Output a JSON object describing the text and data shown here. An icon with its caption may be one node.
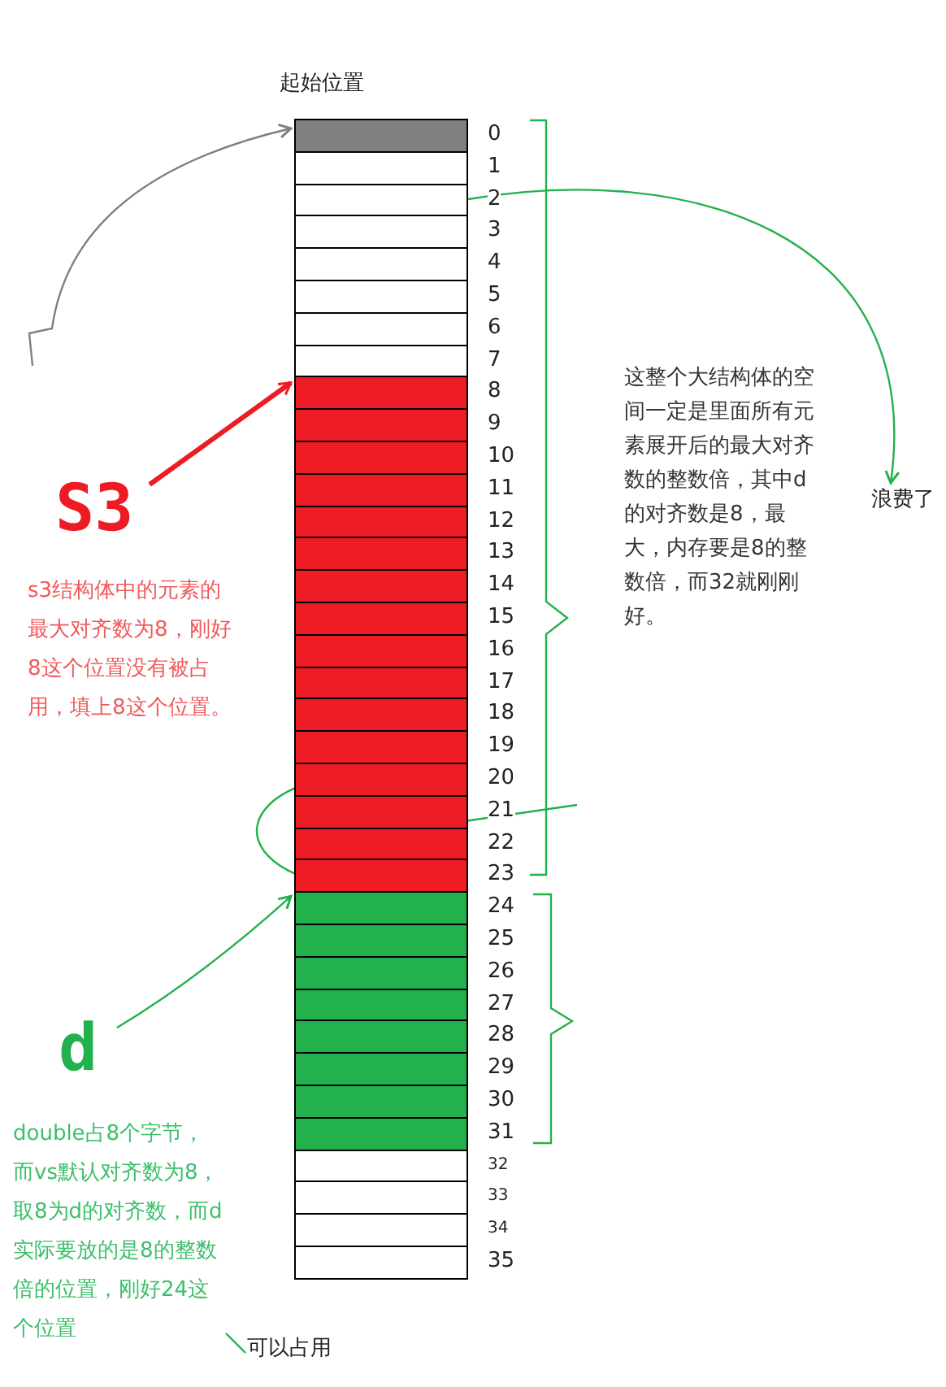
{
  "diagram": {
    "nodes": [
      {
        "text": [],
        "shape": "box",
        "beside": [
          "0"
        ]
      },
      {
        "text": [],
        "shape": "box",
        "beside": [
          "1"
        ]
      },
      {
        "text": [],
        "shape": "box",
        "beside": [
          "2"
        ]
      },
      {
        "text": [],
        "shape": "box",
        "beside": [
          "3"
        ]
      },
      {
        "text": [],
        "shape": "box",
        "beside": [
          "4"
        ]
      },
      {
        "text": [],
        "shape": "box",
        "beside": [
          "5"
        ]
      },
      {
        "text": [],
        "shape": "box",
        "beside": [
          "6"
        ]
      },
      {
        "text": [],
        "shape": "box",
        "beside": [
          "7"
        ]
      },
      {
        "text": [],
        "shape": "box",
        "beside": [
          "8"
        ]
      },
      {
        "text": [],
        "shape": "box",
        "beside": [
          "9"
        ]
      },
      {
        "text": [],
        "shape": "box",
        "beside": [
          "10"
        ]
      },
      {
        "text": [],
        "shape": "box",
        "beside": [
          "11"
        ]
      },
      {
        "text": [],
        "shape": "box",
        "beside": [
          "12"
        ]
      },
      {
        "text": [],
        "shape": "box",
        "beside": [
          "13"
        ]
      },
      {
        "text": [],
        "shape": "box",
        "beside": [
          "14"
        ]
      },
      {
        "text": [],
        "shape": "box",
        "beside": [
          "15"
        ]
      },
      {
        "text": [],
        "shape": "box",
        "beside": [
          "16"
        ]
      },
      {
        "text": [],
        "shape": "box",
        "beside": [
          "17"
        ]
      },
      {
        "text": [],
        "shape": "box",
        "beside": [
          "18"
        ]
      },
      {
        "text": [],
        "shape": "box",
        "beside": [
          "19"
        ]
      },
      {
        "text": [],
        "shape": "box",
        "beside": [
          "20"
        ]
      },
      {
        "text": [],
        "shape": "box",
        "beside": [
          "21"
        ]
      },
      {
        "text": [],
        "shape": "box",
        "beside": [
          "22"
        ]
      },
      {
        "text": [],
        "shape": "box",
        "beside": [
          "23"
        ]
      },
      {
        "text": [],
        "shape": "box",
        "beside": [
          "24"
        ]
      },
      {
        "text": [],
        "shape": "box",
        "beside": [
          "25"
        ]
      },
      {
        "text": [],
        "shape": "box",
        "beside": [
          "26"
        ]
      },
      {
        "text": [],
        "shape": "box",
        "beside": [
          "27"
        ]
      },
      {
        "text": [],
        "shape": "box",
        "beside": [
          "28"
        ]
      },
      {
        "text": [],
        "shape": "box",
        "beside": [
          "29"
        ]
      },
      {
        "text": [],
        "shape": "box",
        "beside": [
          "30"
        ]
      },
      {
        "text": [],
        "shape": "box",
        "beside": [
          "31"
        ]
      },
      {
        "text": [],
        "shape": "box",
        "beside": [
          "32"
        ]
      },
      {
        "text": [],
        "shape": "box",
        "beside": [
          "33"
        ]
      },
      {
        "text": [],
        "shape": "box",
        "beside": [
          "34"
        ]
      },
      {
        "text": [],
        "shape": "box",
        "beside": [
          "35"
        ]
      },
      {
        "text": [
          "起始位置"
        ]
      },
      {
        "text": [
          "这整个大结构体的空间一定是里面所有元素展开后的最大对齐数的整数倍，其中d的对齐数是8，最大，内存要是8的整数倍，而32就刚刚好。"
        ]
      },
      {
        "text": [
          "浪费了"
        ]
      },
      {
        "text": [
          "S3"
        ]
      },
      {
        "text": [
          "s3结构体中的元素的最大对齐数为8，刚好8这个位置没有被占用，填上8这个位置。"
        ]
      },
      {
        "text": [
          "d"
        ]
      },
      {
        "text": [
          "double占8个字节，而vs默认对齐数为8，取8为d的对齐数，而d实际要放的是8的整数倍的位置，刚好24这个位置"
        ]
      },
      {
        "text": [
          "可以占用"
        ]
      }
    ],
    "edges": [
      {
        "from": null,
        "to": 0,
        "arrow": "to",
        "color": "#808080"
      },
      {
        "from": 2,
        "to": 38,
        "arrow": "to"
      },
      {
        "from": 39,
        "to": 8,
        "arrow": "to",
        "color": "#ed1c24",
        "style": "thick"
      },
      {
        "from": 41,
        "to": 24,
        "arrow": "to"
      },
      {
        "from": 43,
        "to": 42,
        "arrow": "none"
      }
    ]
  }
}
